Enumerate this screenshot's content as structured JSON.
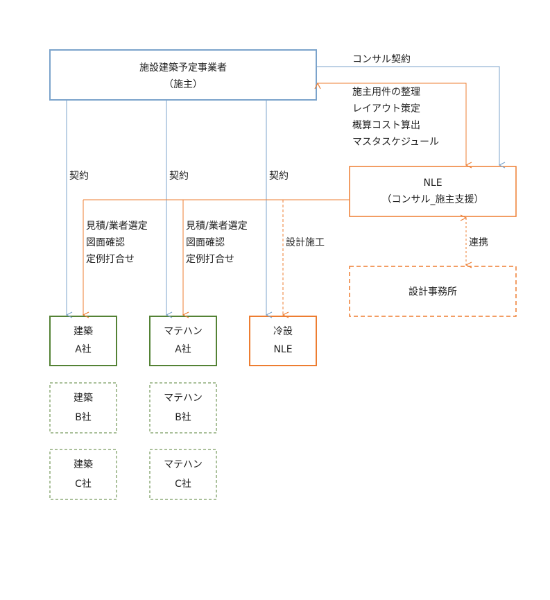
{
  "nodes": {
    "client": {
      "line1": "施設建築予定事業者",
      "line2": "（施主）"
    },
    "nle": {
      "line1": "NLE",
      "line2": "（コンサル_施主支援）"
    },
    "design_office": {
      "line1": "設計事務所"
    },
    "arch_a": {
      "line1": "建築",
      "line2": "A社"
    },
    "mh_a": {
      "line1": "マテハン",
      "line2": "A社"
    },
    "cool": {
      "line1": "冷設",
      "line2": "NLE"
    },
    "arch_b": {
      "line1": "建築",
      "line2": "B社"
    },
    "mh_b": {
      "line1": "マテハン",
      "line2": "B社"
    },
    "arch_c": {
      "line1": "建築",
      "line2": "C社"
    },
    "mh_c": {
      "line1": "マテハン",
      "line2": "C社"
    }
  },
  "labels": {
    "consult_contract": "コンサル契約",
    "nle_tasks": [
      "施主用件の整理",
      "レイアウト策定",
      "概算コスト算出",
      "マスタスケジュール"
    ],
    "contract": "契約",
    "mediation_tasks": [
      "見積/業者選定",
      "図面確認",
      "定例打合せ"
    ],
    "design_build": "設計施工",
    "liaison": "連携"
  },
  "colors": {
    "blue": "#7ba3cb",
    "orange": "#ed7d31",
    "green": "#548235"
  }
}
